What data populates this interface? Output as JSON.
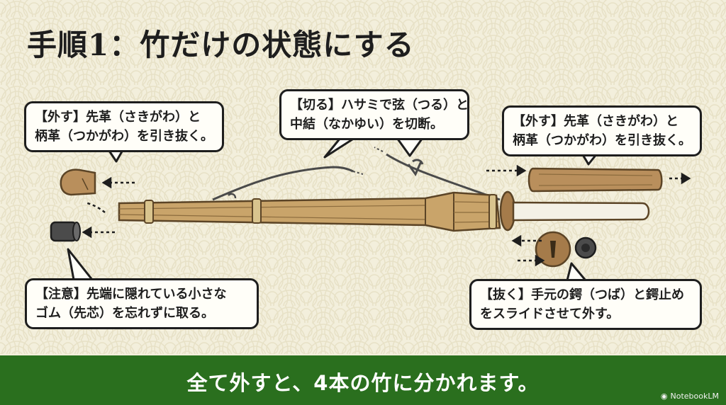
{
  "title": "手順1：竹だけの状態にする",
  "callouts": {
    "top_left": {
      "line1": "【外す】先革（さきがわ）と",
      "line2": "柄革（つかがわ）を引き抜く。"
    },
    "top_center": {
      "line1": "【切る】ハサミで弦（つる）と",
      "line2": "中結（なかゆい）を切断。"
    },
    "top_right": {
      "line1": "【外す】先革（さきがわ）と",
      "line2": "柄革（つかがわ）を引き抜く。"
    },
    "bottom_left": {
      "line1": "【注意】先端に隠れている小さな",
      "line2": "ゴム（先芯）を忘れずに取る。"
    },
    "bottom_right": {
      "line1": "【抜く】手元の鍔（つば）と鍔止め",
      "line2": "をスライドさせて外す。"
    }
  },
  "footer": {
    "message": "全て外すと、4本の竹に分かれます。",
    "brand": "NotebookLM"
  },
  "icons": {
    "brand": "notebooklm-logo-icon"
  },
  "colors": {
    "background": "#f3efdc",
    "footer_bar": "#2a6f1e",
    "bamboo": "#c9a46a",
    "leather": "#b98f5c",
    "outline": "#1e1e1e"
  }
}
